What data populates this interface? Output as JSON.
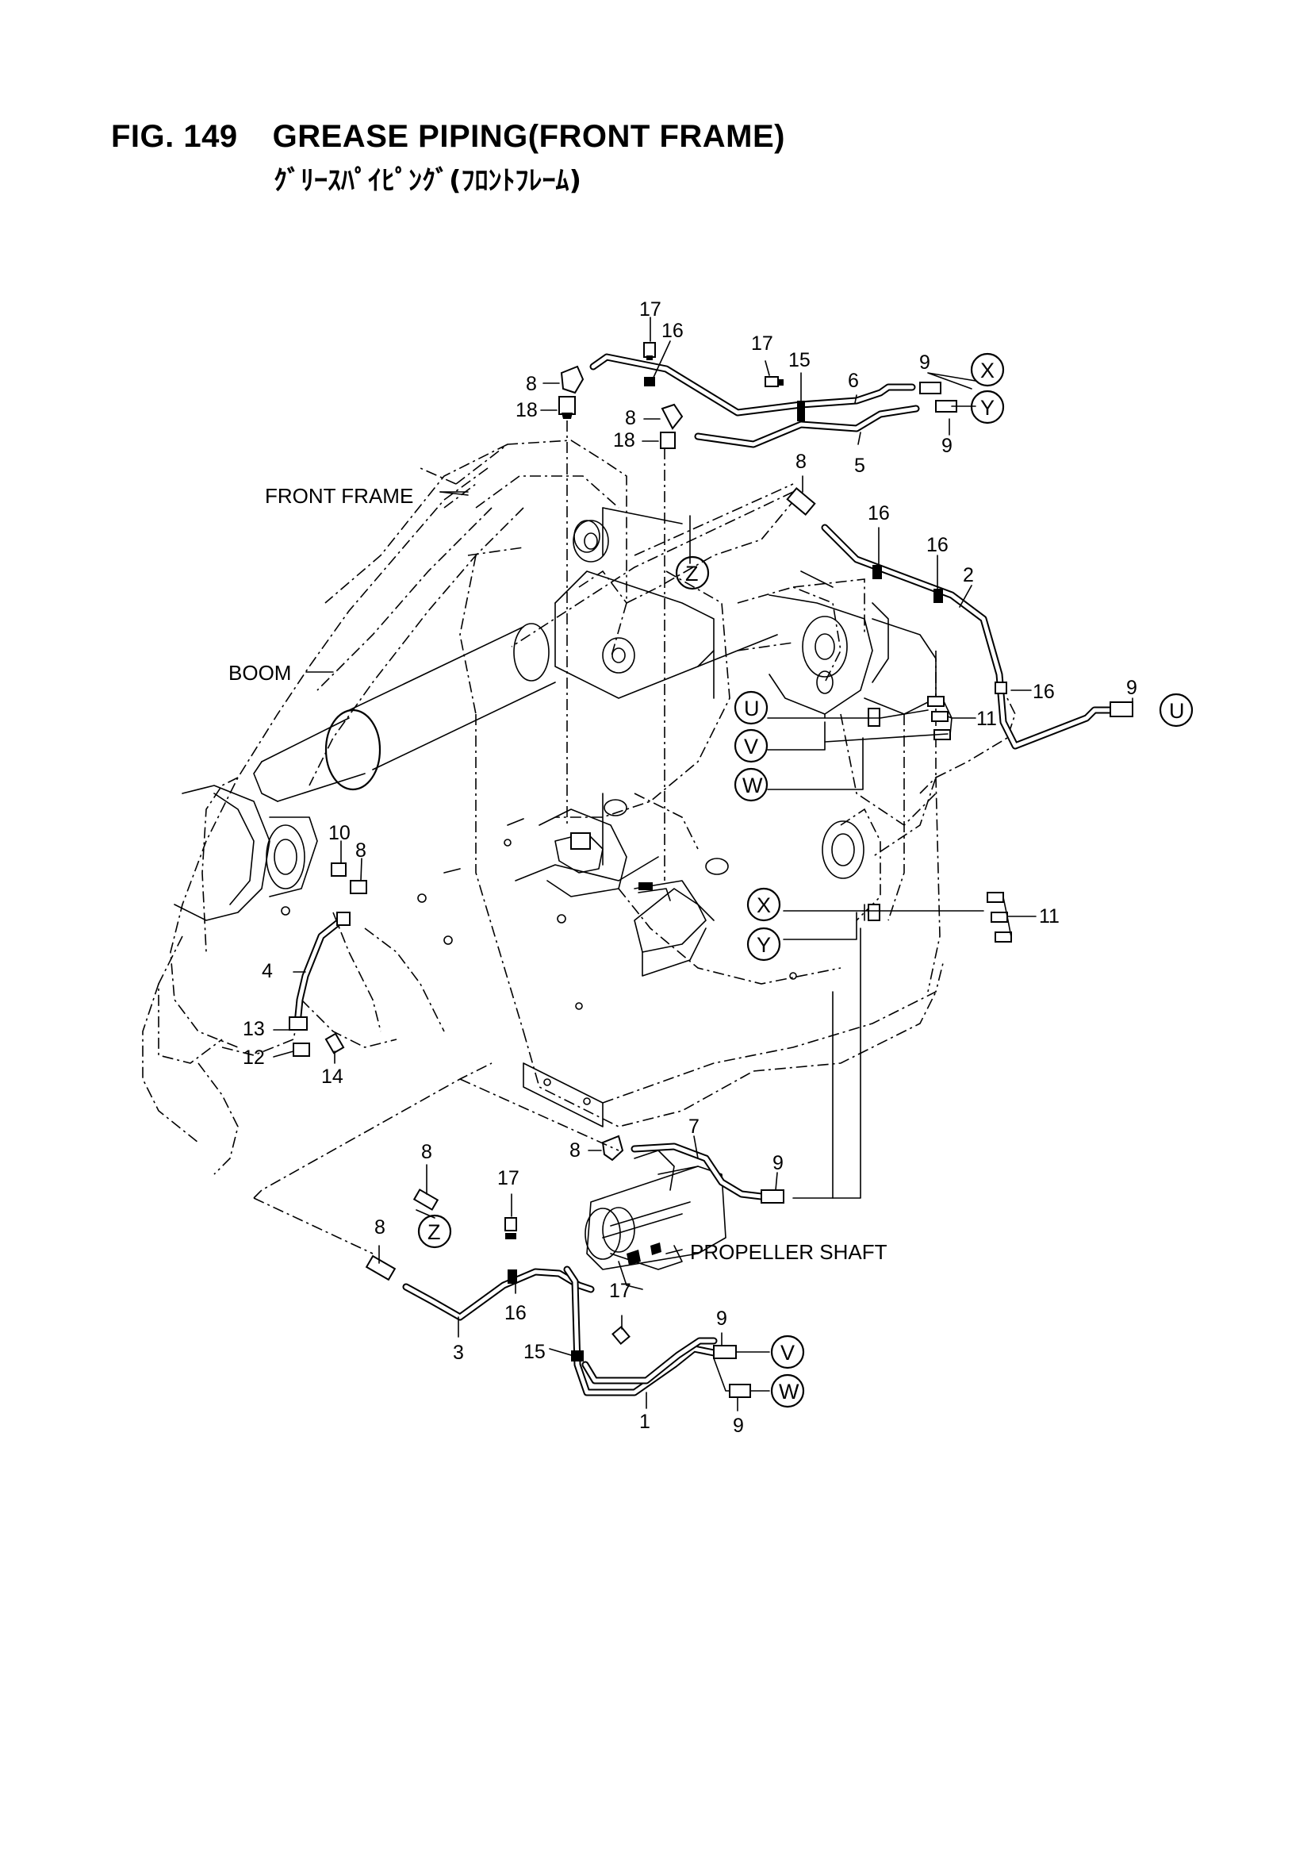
{
  "figure": {
    "number": "FIG. 149",
    "title": "GREASE PIPING(FRONT FRAME)",
    "title_jp": "ｸﾞﾘｰｽﾊﾟｲﾋﾟﾝｸﾞ(ﾌﾛﾝﾄﾌﾚｰﾑ)"
  },
  "component_labels": {
    "front_frame": "FRONT FRAME",
    "boom": "BOOM",
    "propeller_shaft": "PROPELLER  SHAFT"
  },
  "callouts": {
    "p1": "1",
    "p2": "2",
    "p3": "3",
    "p4": "4",
    "p5": "5",
    "p6": "6",
    "p7": "7",
    "p8": "8",
    "p9": "9",
    "p10": "10",
    "p11": "11",
    "p12": "12",
    "p13": "13",
    "p14": "14",
    "p15": "15",
    "p16": "16",
    "p17": "17",
    "p18": "18"
  },
  "connection_markers": {
    "X": "X",
    "Y": "Y",
    "Z": "Z",
    "U": "U",
    "V": "V",
    "W": "W"
  },
  "colors": {
    "line": "#000000",
    "background": "#ffffff"
  }
}
